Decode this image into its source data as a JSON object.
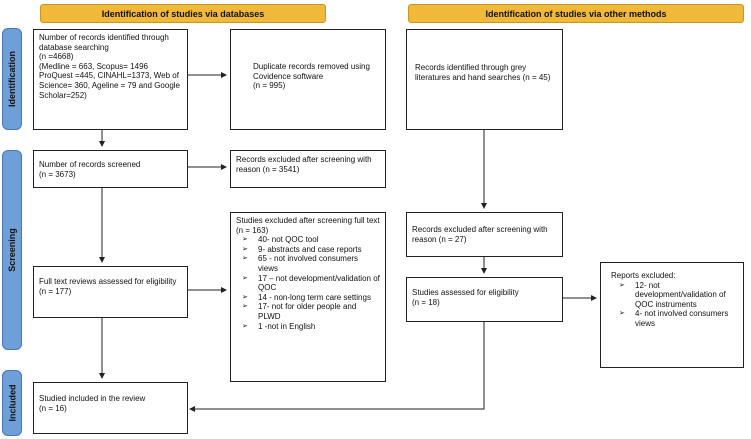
{
  "headers": {
    "databases": "Identification of studies via databases",
    "other": "Identification of studies via other methods"
  },
  "phases": {
    "identification": "Identification",
    "screening": "Screening",
    "included": "Included"
  },
  "boxes": {
    "db_identified": "Number of records identified through database searching\n(n =4668)\n(Medline = 663, Scopus= 1496 ProQuest =445, CINAHL=1373, Web of Science= 360, Ageline = 79 and Google Scholar=252)",
    "duplicates_removed": "Duplicate records removed using Covidence software\n(n = 995)",
    "screened": "Number of records screened\n(n = 3673)",
    "excluded_screening": "Records excluded after screening with reason (n = 3541)",
    "fulltext_excluded_title": "Studies excluded after screening full text (n = 163)",
    "fulltext_excluded_items": [
      "40- not QOC tool",
      "9- abstracts and case reports",
      "65 - not involved consumers views",
      "17 – not development/validation of QOC",
      "14 - non-long term care settings",
      "17- not for older people and PLWD",
      "1 -not in English"
    ],
    "fulltext_assessed": "Full text reviews assessed for eligibility (n = 177)",
    "included": "Studied included in the review\n(n = 16)",
    "other_identified": "Records identified through grey literatures and hand searches (n = 45)",
    "other_excluded": "Records excluded after screening with reason (n = 27)",
    "other_assessed": "Studies assessed for eligibility\n(n = 18)",
    "reports_excluded_title": "Reports excluded:",
    "reports_excluded_items": [
      "12- not development/validation of QOC instruments",
      "4-   not involved consumers views"
    ]
  }
}
